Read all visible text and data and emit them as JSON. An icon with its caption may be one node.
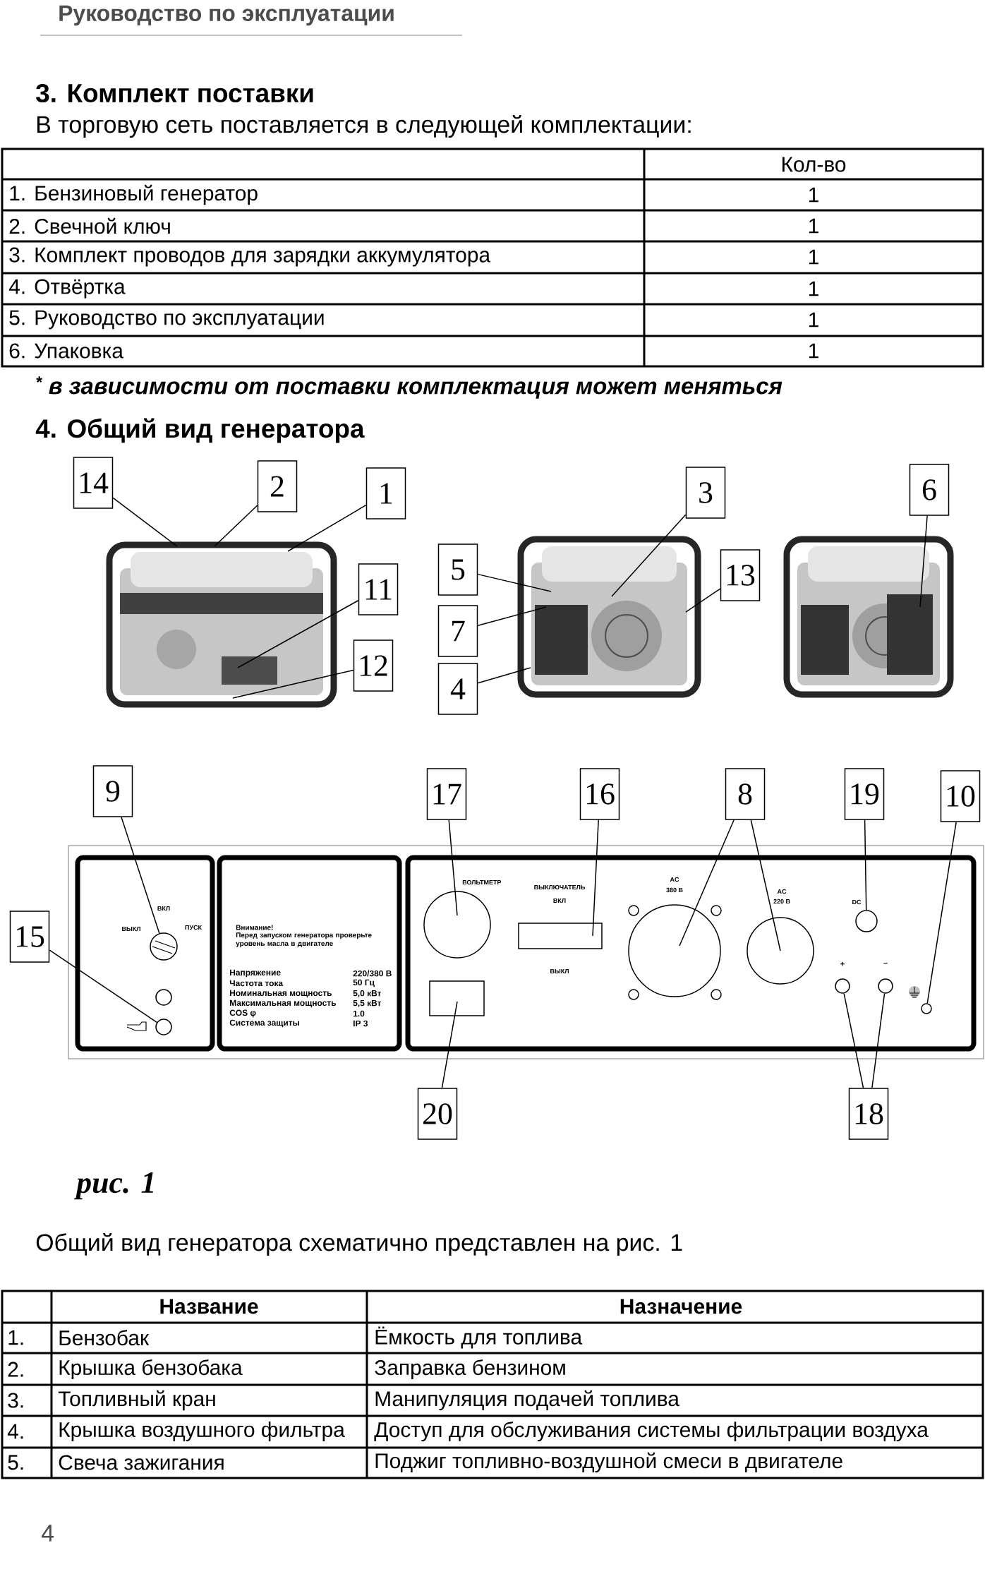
{
  "diagram": {
    "nodes": [
      {
        "text": [
          "14"
        ]
      },
      {
        "text": [
          "2"
        ]
      },
      {
        "text": [
          "1"
        ]
      },
      {
        "text": [
          "3"
        ]
      },
      {
        "text": [
          "6"
        ]
      },
      {
        "text": [
          "5"
        ]
      },
      {
        "text": [
          "13"
        ]
      },
      {
        "text": [
          "11"
        ]
      },
      {
        "text": [
          "7"
        ]
      },
      {
        "text": [
          "12"
        ]
      },
      {
        "text": [
          "4"
        ]
      },
      {
        "text": [
          "9"
        ]
      },
      {
        "text": [
          "17"
        ]
      },
      {
        "text": [
          "16"
        ]
      },
      {
        "text": [
          "8"
        ]
      },
      {
        "text": [
          "19"
        ]
      },
      {
        "text": [
          "10"
        ]
      },
      {
        "text": [
          "15"
        ]
      },
      {
        "text": [
          "20"
        ]
      },
      {
        "text": [
          "18"
        ]
      },
      {
        "text": [],
        "shape": "circle"
      },
      {
        "text": [],
        "shape": "circle"
      },
      {
        "text": [],
        "shape": "circle"
      },
      {
        "text": [],
        "shape": "circle"
      },
      {
        "text": [],
        "shape": "circle"
      },
      {
        "text": [],
        "shape": "circle"
      }
    ],
    "edges": [
      {
        "from": 0,
        "to": null,
        "arrow": "none"
      },
      {
        "from": 1,
        "to": null,
        "arrow": "none"
      },
      {
        "from": 2,
        "to": null,
        "arrow": "none"
      },
      {
        "from": 3,
        "to": null,
        "arrow": "none"
      },
      {
        "from": 4,
        "to": null,
        "arrow": "none"
      },
      {
        "from": 5,
        "to": null,
        "arrow": "none"
      },
      {
        "from": 6,
        "to": null,
        "arrow": "none"
      },
      {
        "from": 7,
        "to": null,
        "arrow": "none"
      },
      {
        "from": 8,
        "to": null,
        "arrow": "none"
      },
      {
        "from": 9,
        "to": null,
        "arrow": "none"
      },
      {
        "from": 10,
        "to": null,
        "arrow": "none"
      },
      {
        "from": 11,
        "to": 20,
        "arrow": "none"
      },
      {
        "from": 12,
        "to": null,
        "arrow": "none"
      },
      {
        "from": 13,
        "to": null,
        "arrow": "none"
      },
      {
        "from": 14,
        "to": null,
        "arrow": "none"
      },
      {
        "from": 14,
        "to": null,
        "arrow": "none"
      },
      {
        "from": 15,
        "to": 22,
        "arrow": "none"
      },
      {
        "from": 16,
        "to": 25,
        "arrow": "none"
      },
      {
        "from": 17,
        "to": 21,
        "arrow": "none"
      },
      {
        "from": 18,
        "to": null,
        "arrow": "none"
      },
      {
        "from": 19,
        "to": 23,
        "arrow": "none"
      },
      {
        "from": 19,
        "to": 24,
        "arrow": "none"
      }
    ],
    "labels": [
      "Руководство по эксплуатации",
      "3. Комплект поставки",
      "В торговую сеть поставляется в следующей комплектации:",
      "Кол-во",
      "1. Бензиновый генератор",
      "1",
      "2. Свечной ключ",
      "1",
      "3. Комплект проводов для зарядки аккумулятора",
      "1",
      "4. Отвёртка",
      "1",
      "5. Руководство по эксплуатации",
      "1",
      "6. Упаковка",
      "1",
      "$^{*}$ в зависимости от поставки комплектация может меняться",
      "4. Общий вид генератора",
      "ВКЛ",
      "ВЫКЛ",
      "ПУСК",
      "Внимание!",
      "Перед запуском генератора проверьте уровень масла в двигателе",
      "Напряжение",
      "220/380 В",
      "Частота тока",
      "50 Гц",
      "Номинальная мощность",
      "5,0 кВт",
      "Максимальная мощность",
      "5,5 кВт",
      "COS φ",
      "1.0",
      "Система защиты",
      "IP 3",
      "ВОЛЬТМЕТР",
      "ВЫКЛЮЧАТЕЛЬ",
      "ВКЛ",
      "AC",
      "380 В",
      "AC",
      "220 В",
      "DC",
      "+",
      "–",
      "ВЫКЛ",
      "рис. 1",
      "Общий вид генератора схематично представлен на рис. 1",
      "Название",
      "Назначение",
      "1.",
      "Бензобак",
      "Ёмкость для топлива",
      "2.",
      "Крышка бензобака",
      "Заправка бензином",
      "3.",
      "Топливный кран",
      "Манипуляция подачей топлива",
      "4.",
      "Крышка воздушного фильтра",
      "Доступ для обслуживания системы фильтрации воздуха",
      "5.",
      "Свеча зажигания",
      "Поджиг топливно-воздушной смеси в двигателе",
      "4"
    ]
  }
}
